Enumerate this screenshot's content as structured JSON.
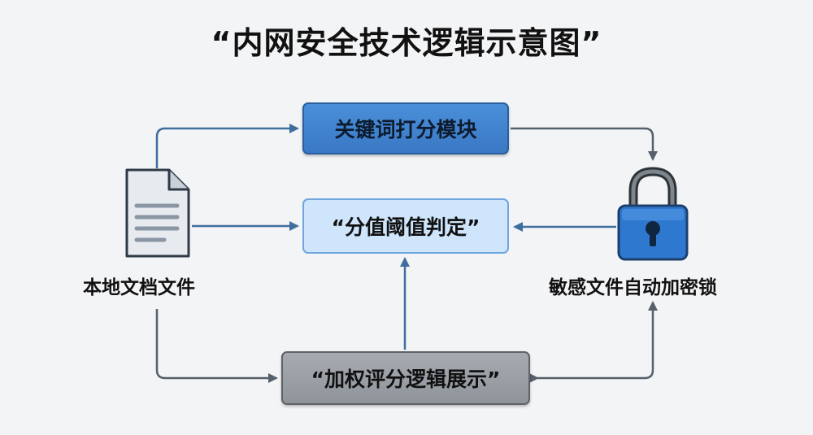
{
  "title": "“内网安全技术逻辑示意图”",
  "nodes": {
    "keyword_module": "关键词打分模块",
    "threshold_decision": "“分值阈值判定”",
    "weighted_display": "“加权评分逻辑展示”",
    "local_document": "本地文档文件",
    "auto_lock": "敏感文件自动加密锁"
  },
  "icons": {
    "document": "document-icon",
    "lock": "padlock-icon"
  },
  "colors": {
    "arrow": "#3f6e9e",
    "accent": "#3a78c4",
    "light_box": "#cfe5fb",
    "gray_box": "#8f949b"
  }
}
